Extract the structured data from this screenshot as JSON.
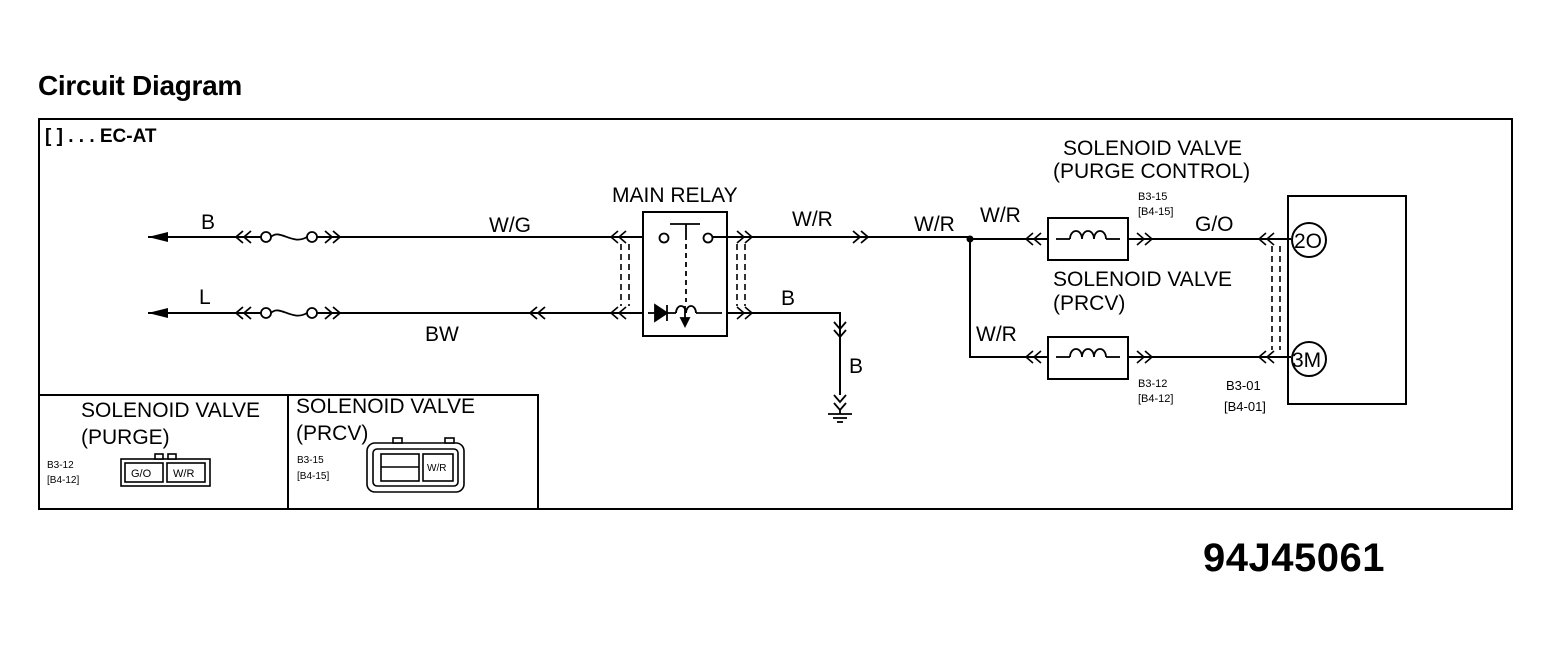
{
  "title": "Circuit Diagram",
  "figure_number": "94J45061",
  "legend": "[    ] . . . EC-AT",
  "components": {
    "main_relay": "MAIN RELAY",
    "purge_control_valve": [
      "SOLENOID VALVE",
      "(PURGE CONTROL)"
    ],
    "prcv_valve": [
      "SOLENOID VALVE",
      "(PRCV)"
    ]
  },
  "wires": {
    "b_top": "B",
    "wg": "W/G",
    "l": "L",
    "bw": "BW",
    "wr_relay": "W/R",
    "wr_junction": "W/R",
    "wr_top_valve": "W/R",
    "wr_bottom_valve": "W/R",
    "go": "G/O",
    "b_ground_h": "B",
    "b_ground_v": "B"
  },
  "connector_codes": {
    "top_valve": [
      "B3-15",
      "[B4-15]"
    ],
    "bottom_valve": [
      "B3-12",
      "[B4-12]"
    ],
    "ecu": [
      "B3-01",
      "[B4-01]"
    ]
  },
  "terminals": {
    "t2o": "2O",
    "t3m": "3M"
  },
  "connector_views": {
    "purge": {
      "title": [
        "SOLENOID VALVE",
        "(PURGE)"
      ],
      "code": [
        "B3-12",
        "[B4-12]"
      ],
      "pins": [
        "G/O",
        "W/R"
      ]
    },
    "prcv": {
      "title": [
        "SOLENOID VALVE",
        "(PRCV)"
      ],
      "code": [
        "B3-15",
        "[B4-15]"
      ],
      "pins": [
        "",
        "W/R"
      ]
    }
  }
}
